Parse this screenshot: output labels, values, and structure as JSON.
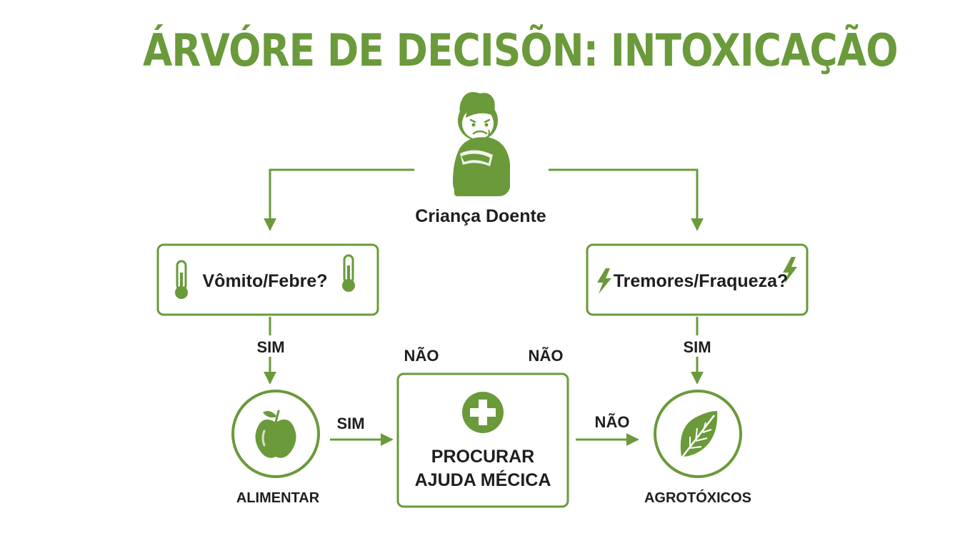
{
  "title": "ÁRVÓRE DE DECISÕN: INTOXICAÇÃO",
  "colors": {
    "accent": "#6a9a3a",
    "text": "#1e1e1e",
    "background": "#ffffff"
  },
  "root": {
    "label": "Criança Doente",
    "icon": "sick-child-icon"
  },
  "left_question": {
    "label": "Vômito/Febre?",
    "icon": "thermometer-icon"
  },
  "right_question": {
    "label": "Tremores/Fraqueza?",
    "icon": "lightning-icon"
  },
  "center_box": {
    "line1": "PROCURAR",
    "line2": "AJUDA MÉCICA",
    "icon": "medical-cross-icon"
  },
  "left_result": {
    "label": "ALIMENTAR",
    "icon": "apple-icon"
  },
  "right_result": {
    "label": "AGROTÓXICOS",
    "icon": "leaf-icon"
  },
  "edges": {
    "left_down": "SIM",
    "right_down": "SIM",
    "left_to_center": "SIM",
    "center_to_right": "NÃO",
    "no_left": "NÃO",
    "no_right": "NÃO"
  }
}
